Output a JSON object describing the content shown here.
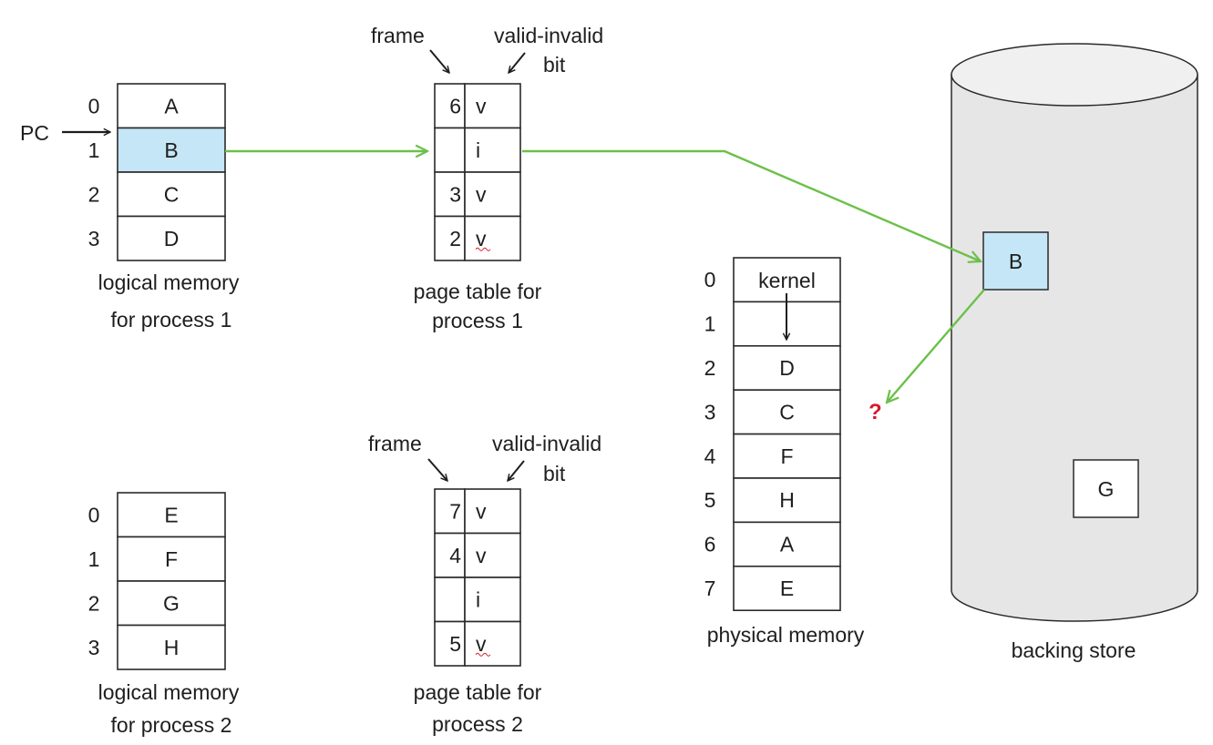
{
  "colors": {
    "highlight": "#c5e6f6",
    "arrow_green": "#6cc04a",
    "disk_fill": "#e6e6e6",
    "disk_top": "#f0f0f0",
    "question": "#d7192b",
    "stroke": "#2a2a2a"
  },
  "process1": {
    "logical_memory": {
      "indices": [
        "0",
        "1",
        "2",
        "3"
      ],
      "pages": [
        "A",
        "B",
        "C",
        "D"
      ],
      "highlighted_index": 1,
      "caption_line1": "logical memory",
      "caption_line2": "for process 1"
    },
    "pc_label": "PC",
    "page_table": {
      "frame_header": "frame",
      "bit_header_line1": "valid-invalid",
      "bit_header_line2": "bit",
      "frames": [
        "6",
        "",
        "3",
        "2"
      ],
      "bits": [
        "v",
        "i",
        "v",
        "v"
      ],
      "caption_line1": "page table for",
      "caption_line2": "process 1"
    }
  },
  "process2": {
    "logical_memory": {
      "indices": [
        "0",
        "1",
        "2",
        "3"
      ],
      "pages": [
        "E",
        "F",
        "G",
        "H"
      ],
      "caption_line1": "logical memory",
      "caption_line2": "for process 2"
    },
    "page_table": {
      "frame_header": "frame",
      "bit_header_line1": "valid-invalid",
      "bit_header_line2": "bit",
      "frames": [
        "7",
        "4",
        "",
        "5"
      ],
      "bits": [
        "v",
        "v",
        "i",
        "v"
      ],
      "caption_line1": "page table for",
      "caption_line2": "process 2"
    }
  },
  "physical_memory": {
    "indices": [
      "0",
      "1",
      "2",
      "3",
      "4",
      "5",
      "6",
      "7"
    ],
    "frames": [
      "kernel",
      "",
      "D",
      "C",
      "F",
      "H",
      "A",
      "E"
    ],
    "caption": "physical memory"
  },
  "backing_store": {
    "pages": [
      "B",
      "G"
    ],
    "caption": "backing store"
  },
  "question_mark": "?"
}
